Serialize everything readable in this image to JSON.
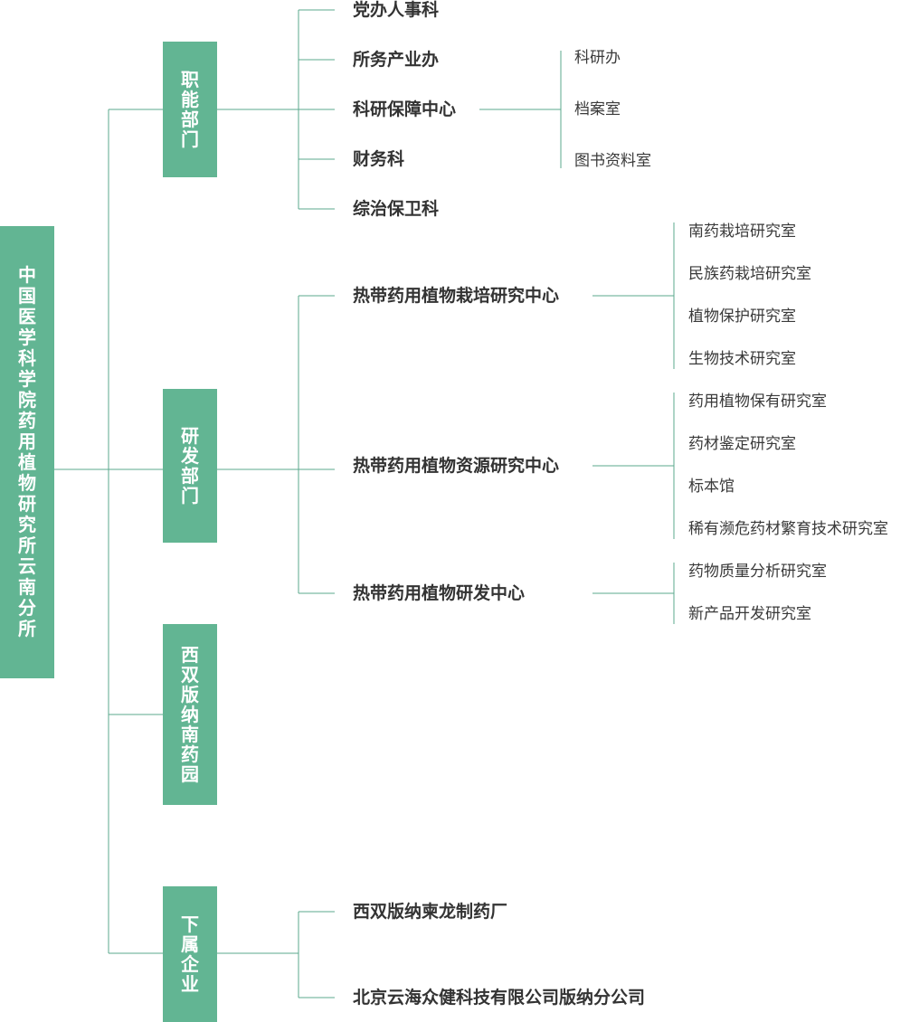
{
  "colors": {
    "box_fill": "#62b593",
    "connector": "#5ba88e",
    "text": "#333333"
  },
  "org": {
    "root": "中国医学科学院药用植物研究所云南分所",
    "branches": [
      {
        "label": "职能部门",
        "children": [
          {
            "label": "党办人事科"
          },
          {
            "label": "所务产业办"
          },
          {
            "label": "科研保障中心",
            "children": [
              "科研办",
              "档案室",
              "图书资料室"
            ]
          },
          {
            "label": "财务科"
          },
          {
            "label": "综治保卫科"
          }
        ]
      },
      {
        "label": "研发部门",
        "children": [
          {
            "label": "热带药用植物栽培研究中心",
            "children": [
              "南药栽培研究室",
              "民族药栽培研究室",
              "植物保护研究室",
              "生物技术研究室"
            ]
          },
          {
            "label": "热带药用植物资源研究中心",
            "children": [
              "药用植物保有研究室",
              "药材鉴定研究室",
              "标本馆",
              "稀有濒危药材繁育技术研究室"
            ]
          },
          {
            "label": "热带药用植物研发中心",
            "children": [
              "药物质量分析研究室",
              "新产品开发研究室"
            ]
          }
        ]
      },
      {
        "label": "西双版纳南药园",
        "children": []
      },
      {
        "label": "下属企业",
        "children": [
          {
            "label": "西双版纳柬龙制药厂"
          },
          {
            "label": "北京云海众健科技有限公司版纳分公司"
          }
        ]
      }
    ]
  }
}
